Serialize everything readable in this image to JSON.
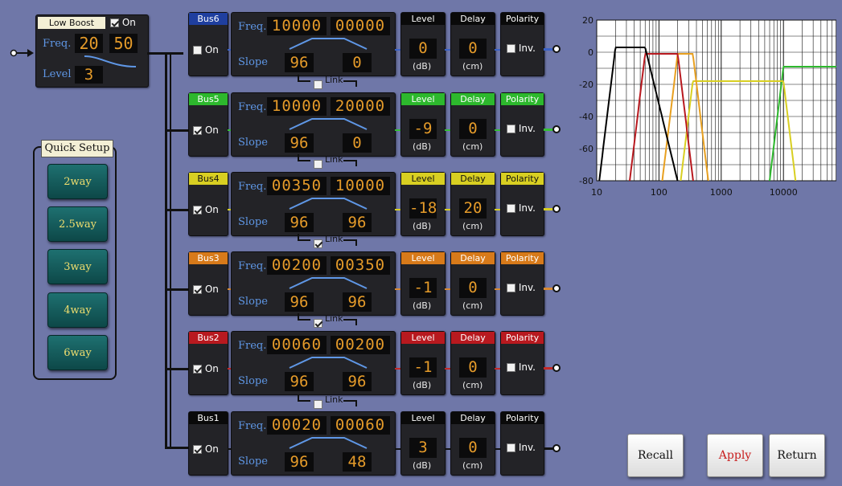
{
  "low_boost": {
    "title": "Low Boost",
    "on_label": "On",
    "on": true,
    "freq_label": "Freq.",
    "freq_a": "20",
    "freq_b": "50",
    "level_label": "Level",
    "level": "3"
  },
  "quick_setup": {
    "title": "Quick Setup",
    "buttons": [
      "2way",
      "2.5way",
      "3way",
      "4way",
      "6way"
    ]
  },
  "strip_labels": {
    "freq": "Freq.",
    "slope": "Slope",
    "level": "Level",
    "delay": "Delay",
    "polarity": "Polarity",
    "on": "On",
    "inv": "Inv.",
    "db_unit": "(dB)",
    "cm_unit": "(cm)",
    "link": "Link"
  },
  "buses": [
    {
      "name": "Bus6",
      "color": "#1f3f9f",
      "on": false,
      "freq_lo": "10000",
      "freq_hi": "00000",
      "slope_lo": "96",
      "slope_hi": "0",
      "level": "0",
      "delay": "0",
      "inv": false,
      "level_hdr_colored": false,
      "wire": "#3a62c8"
    },
    {
      "name": "Bus5",
      "color": "#2db82d",
      "on": true,
      "freq_lo": "10000",
      "freq_hi": "20000",
      "slope_lo": "96",
      "slope_hi": "0",
      "level": "-9",
      "delay": "0",
      "inv": false,
      "level_hdr_colored": true,
      "wire": "#35c035"
    },
    {
      "name": "Bus4",
      "color": "#d8cf22",
      "on": true,
      "freq_lo": "00350",
      "freq_hi": "10000",
      "slope_lo": "96",
      "slope_hi": "96",
      "level": "-18",
      "delay": "20",
      "inv": false,
      "level_hdr_colored": true,
      "wire": "#d8cf22"
    },
    {
      "name": "Bus3",
      "color": "#d77a1a",
      "on": true,
      "freq_lo": "00200",
      "freq_hi": "00350",
      "slope_lo": "96",
      "slope_hi": "96",
      "level": "-1",
      "delay": "0",
      "inv": false,
      "level_hdr_colored": true,
      "wire": "#d98a33"
    },
    {
      "name": "Bus2",
      "color": "#b8191f",
      "on": true,
      "freq_lo": "00060",
      "freq_hi": "00200",
      "slope_lo": "96",
      "slope_hi": "96",
      "level": "-1",
      "delay": "0",
      "inv": false,
      "level_hdr_colored": true,
      "wire": "#c42828"
    },
    {
      "name": "Bus1",
      "color": "#0a0a0a",
      "on": true,
      "freq_lo": "00020",
      "freq_hi": "00060",
      "slope_lo": "96",
      "slope_hi": "48",
      "level": "3",
      "delay": "0",
      "inv": false,
      "level_hdr_colored": false,
      "wire": "#111111"
    }
  ],
  "links": [
    false,
    false,
    true,
    true,
    false
  ],
  "graph": {
    "y_ticks": [
      "20",
      "0",
      "-20",
      "-40",
      "-60",
      "-80"
    ],
    "x_ticks": [
      "10",
      "100",
      "1000",
      "10000"
    ]
  },
  "buttons": {
    "recall": "Recall",
    "apply": "Apply",
    "return": "Return"
  },
  "colors": {
    "background": "#6f77a8",
    "panel": "#232327",
    "digit": "#e59b2a",
    "label_blue": "#5f97e6",
    "apply_text": "#c81e1e"
  }
}
